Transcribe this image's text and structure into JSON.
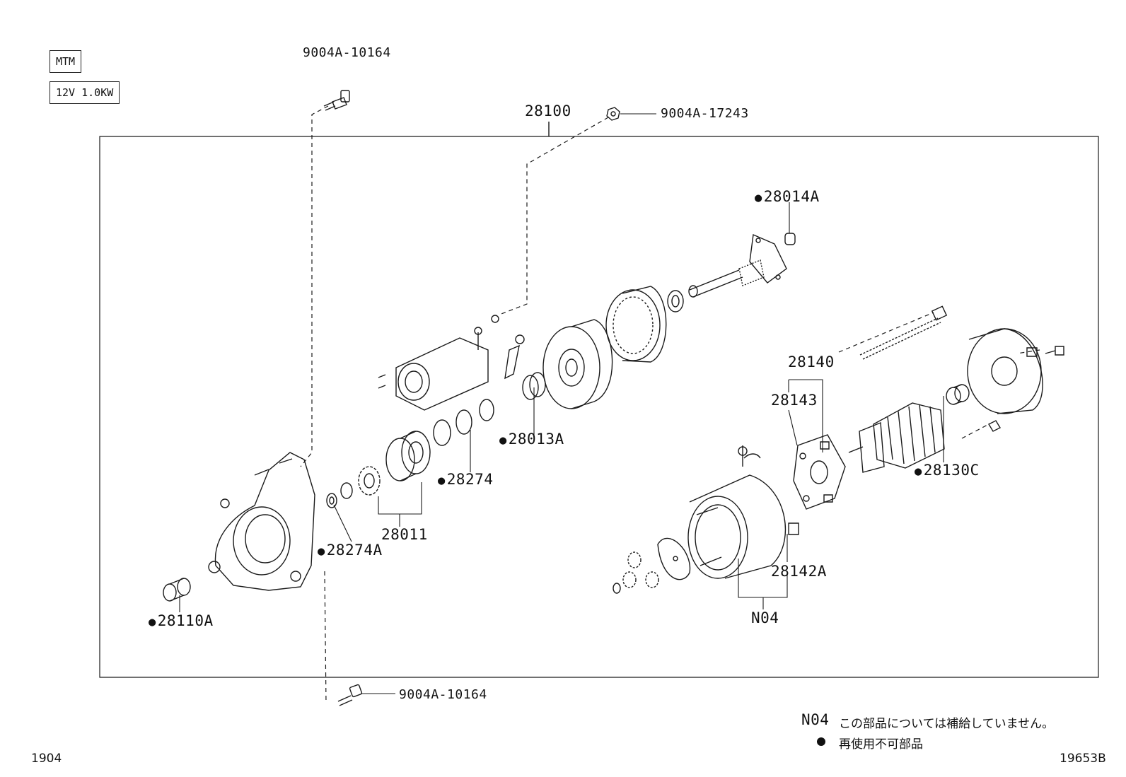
{
  "tags": {
    "transmission": "MTM",
    "rating": "12V 1.0KW"
  },
  "assembly_label": "28100",
  "callouts": {
    "bolt_top": "9004A-10164",
    "nut_top": "9004A-17243",
    "bolt_bottom": "9004A-10164",
    "p28014A": "28014A",
    "p28140": "28140",
    "p28143": "28143",
    "p28013A": "28013A",
    "p28274": "28274",
    "p28011": "28011",
    "p28274A": "28274A",
    "p28130C": "28130C",
    "p28142A": "28142A",
    "pN04": "N04",
    "p28110A": "28110A"
  },
  "legend": {
    "n04_code": "N04",
    "n04_text": "この部品については補給していません。",
    "bullet_text": "再使用不可部品"
  },
  "footer": {
    "left_code": "1904",
    "right_code": "19653B"
  }
}
